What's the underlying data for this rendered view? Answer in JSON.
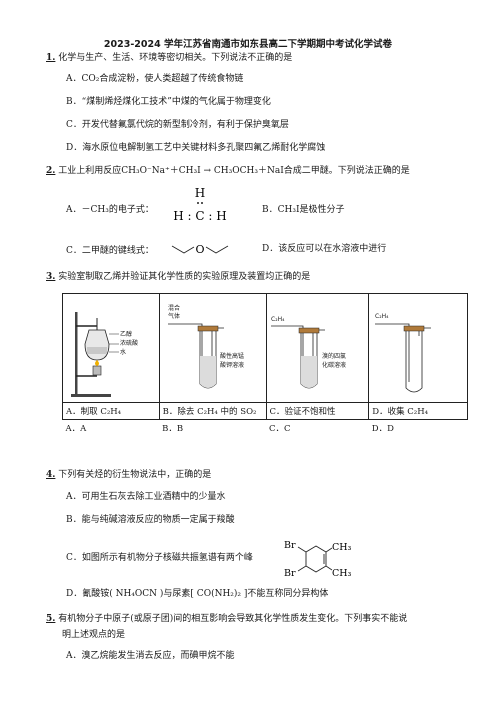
{
  "title": "2023-2024 学年江苏省南通市如东县高二下学期期中考试化学试卷",
  "q1": {
    "num": "1.",
    "stem": "化学与生产、生活、环境等密切相关。下列说法不正确的是",
    "A": "A．CO₂合成淀粉，使人类超越了传统食物链",
    "B": "B．“煤制烯烃煤化工技术”中煤的气化属于物理变化",
    "C": "C．开发代替氟氯代烷的新型制冷剂，有利于保护臭氧层",
    "D": "D．海水原位电解制氢工艺中关键材料多孔聚四氟乙烯耐化学腐蚀"
  },
  "q2": {
    "num": "2.",
    "stem": "工业上利用反应CH₃O⁻Na⁺＋CH₃I → CH₃OCH₃＋NaI合成二甲醚。下列说法正确的是",
    "A": "A．－CH₃的电子式：",
    "B": "B．CH₃I是极性分子",
    "C": "C．二甲醚的键线式：",
    "D": "D．该反应可以在水溶液中进行",
    "lewis_H": "H",
    "lewis_row": "H : C : H",
    "ether_O": "O"
  },
  "q3": {
    "num": "3.",
    "stem": "实验室制取乙烯并验证其化学性质的实验原理及装置均正确的是",
    "cells": [
      "A．制取 C₂H₄",
      "B．除去 C₂H₄ 中的 SO₂",
      "C．验证不饱和性",
      "D．收集 C₂H₄"
    ],
    "img_labels": {
      "a": [
        "乙醇",
        "浓硫酸",
        "水"
      ],
      "b_gas": [
        "混合",
        "气体"
      ],
      "b_sol": [
        "酸性高锰",
        "酸钾溶液"
      ],
      "c_gas": "C₂H₄",
      "c_sol": [
        "溴的四氯",
        "化碳溶液"
      ],
      "d_gas": "C₂H₄"
    },
    "answers": [
      "A．A",
      "B．B",
      "C．C",
      "D．D"
    ]
  },
  "q4": {
    "num": "4.",
    "stem": "下列有关烃的衍生物说法中，正确的是",
    "A": "A．可用生石灰去除工业酒精中的少量水",
    "B": "B．能与纯碱溶液反应的物质一定属于羧酸",
    "C": "C．如图所示有机物分子核磁共振氢谱有两个峰",
    "D": "D．氰酸铵( NH₄OCN )与尿素[ CO(NH₂)₂ ]不能互称同分异构体",
    "mol": {
      "Br1": "Br",
      "Br2": "Br",
      "Me1": "CH₃",
      "Me2": "CH₃"
    }
  },
  "q5": {
    "num": "5.",
    "stem1": "有机物分子中原子(或原子团)间的相互影响会导致其化学性质发生变化。下列事实不能说",
    "stem2": "明上述观点的是",
    "A": "A．溴乙烷能发生消去反应，而碘甲烷不能"
  }
}
